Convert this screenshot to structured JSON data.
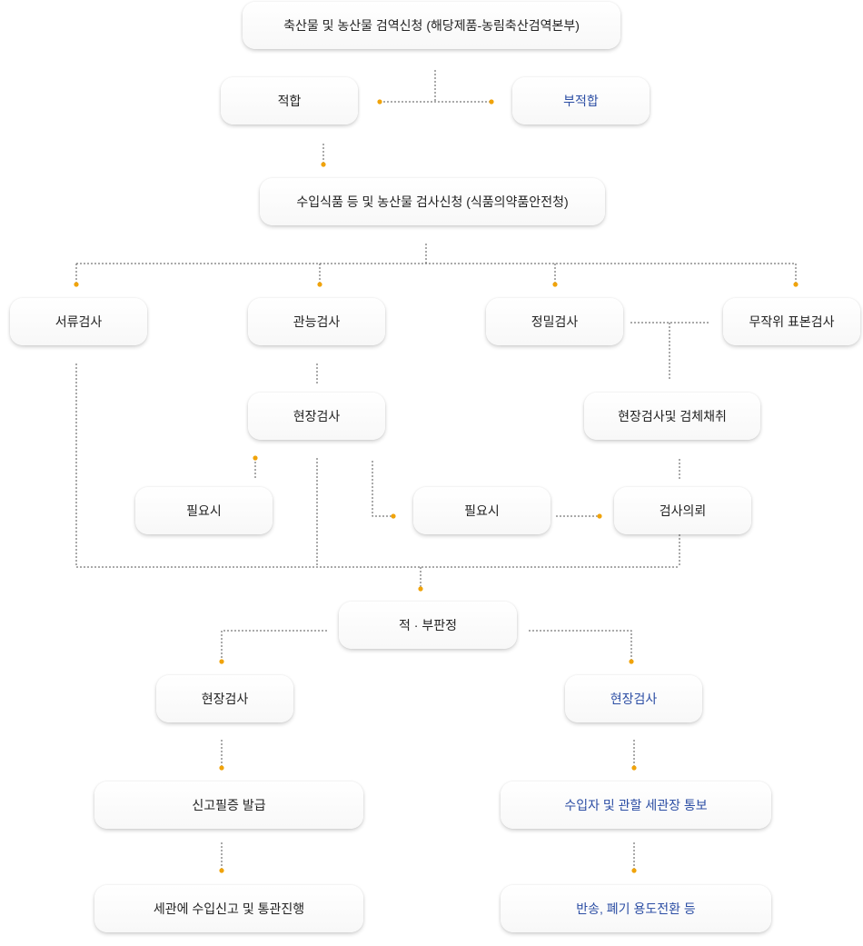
{
  "colors": {
    "text": "#222222",
    "accent_text": "#2c4ea4",
    "connector": "#555555",
    "dot": "#f0a30a"
  },
  "nodes": {
    "quarantine_application": "축산물 및 농산물 검역신청 (해당제품-농림축산검역본부)",
    "quarantine_pass": "적합",
    "quarantine_fail": "부적합",
    "inspection_application": "수입식품 등 및 농산물 검사신청 (식품의약품안전청)",
    "document_inspection": "서류검사",
    "sensory_inspection": "관능검사",
    "precision_inspection": "정밀검사",
    "random_sampling_inspection": "무작위 표본검사",
    "onsite_inspection_1": "현장검사",
    "onsite_and_sampling": "현장검사및 검체채취",
    "if_needed_1": "필요시",
    "if_needed_2": "필요시",
    "inspection_request": "검사의뢰",
    "pass_fail_judgment": "적 · 부판정",
    "onsite_inspection_pass": "현장검사",
    "onsite_inspection_fail": "현장검사",
    "certificate_issuance": "신고필증 발급",
    "customs_clearance": "세관에 수입신고 및 통관진행",
    "notify_importer_customs": "수입자 및 관할 세관장 통보",
    "return_disposal": "반송, 폐기 용도전환 등"
  }
}
